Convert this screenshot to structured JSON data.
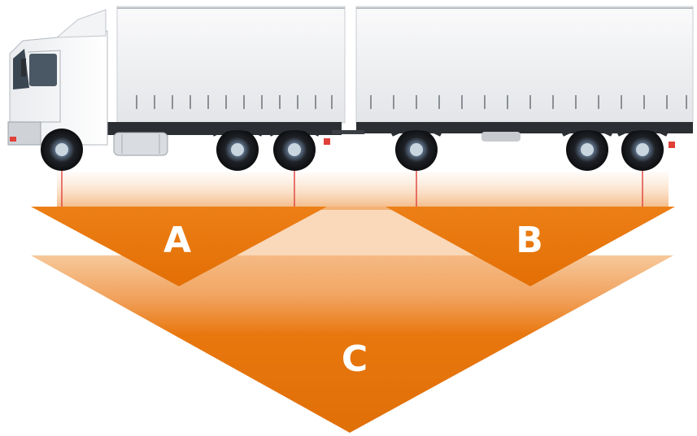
{
  "labels": {
    "a": "A",
    "b": "B",
    "c": "C"
  },
  "colors": {
    "arrow_orange": "#E8770E",
    "arrow_light": "#F6C89A",
    "trailer_white": "#F2F3F4",
    "chassis_dark": "#2B2E33",
    "marker_red": "#E0403A"
  }
}
